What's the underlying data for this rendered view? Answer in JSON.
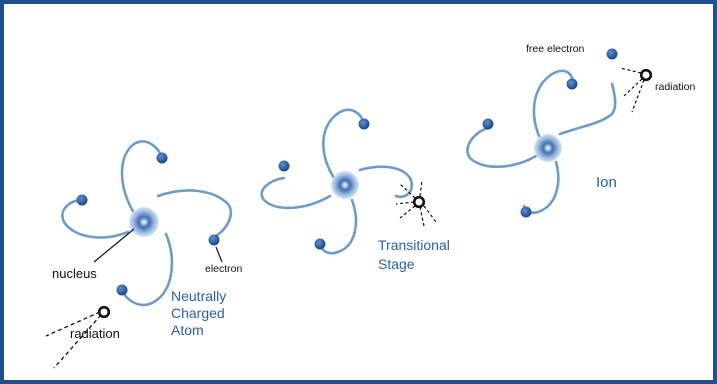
{
  "diagram": {
    "atom1": {
      "nucleus_label": "nucleus",
      "electron_label": "electron",
      "radiation_label": "radiation",
      "caption_lines": [
        "Neutrally",
        "Charged",
        "Atom"
      ]
    },
    "atom2": {
      "caption_lines": [
        "Transitional",
        "Stage"
      ]
    },
    "atom3": {
      "free_electron_label": "free electron",
      "radiation_label": "radiation",
      "caption": "Ion"
    }
  },
  "colors": {
    "border": "#1f4f8c",
    "orbit": "#6e9cc8",
    "electron": "#1e4e86",
    "nucleus_outer": "#9ab8de",
    "nucleus_inner": "#3f6fb5",
    "label_blue": "#2a5fa6",
    "label_black": "#111111"
  }
}
